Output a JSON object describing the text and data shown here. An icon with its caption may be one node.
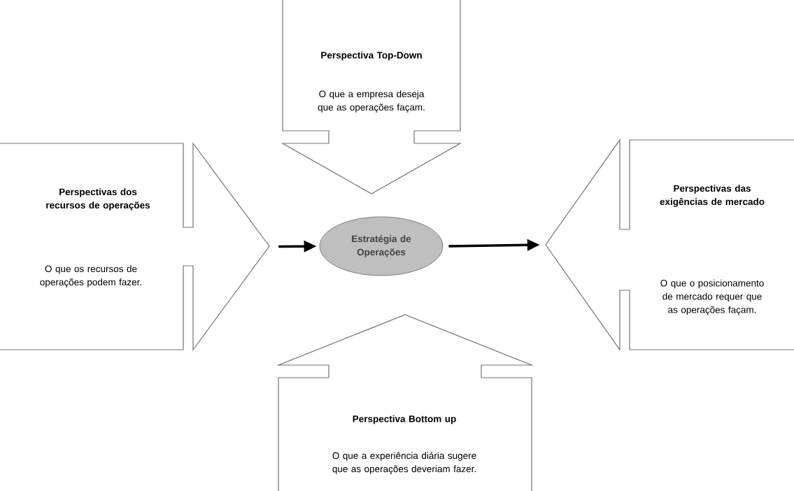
{
  "diagram": {
    "nodes": [
      {
        "text": [
          "Perspectiva Top-Down",
          "O que a empresa deseja que as operações façam."
        ]
      },
      {
        "text": [
          "Perspectivas dos recursos de operações",
          "O que os recursos de operações podem fazer."
        ]
      },
      {
        "text": [
          "Estratégia de Operações"
        ]
      },
      {
        "text": [
          "Perspectivas das exigências de mercado",
          "O que o posicionamento de mercado requer que as operações façam."
        ]
      },
      {
        "text": [
          "Perspectiva Bottom up",
          "O que a experiência diária sugere que as operações deveriam fazer."
        ]
      }
    ],
    "edges": [
      {
        "from": 1,
        "to": 2,
        "arrow": "to"
      },
      {
        "from": 2,
        "to": 3,
        "arrow": "to"
      }
    ]
  }
}
